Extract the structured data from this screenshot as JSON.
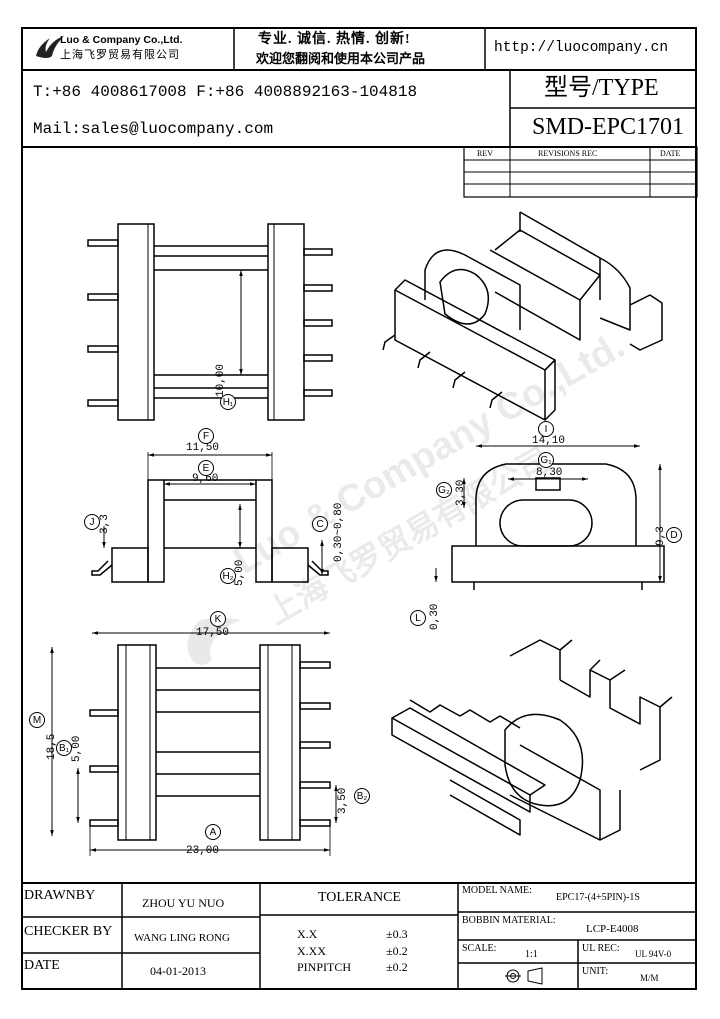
{
  "header": {
    "company_en": "Luo & Company Co.,Ltd.",
    "company_cn": "上海飞罗贸易有限公司",
    "slogan_1": "专业. 诚信. 热情. 创新!",
    "slogan_2": "欢迎您翻阅和使用本公司产品",
    "website": "http://luocompany.cn",
    "phone_fax": "T:+86 4008617008 F:+86 4008892163-104818",
    "mail": "Mail:sales@luocompany.com",
    "type_label": "型号/TYPE",
    "model_code": "SMD-EPC1701"
  },
  "revisions": {
    "col_rev": "REV",
    "col_rec": "REVISIONS REC",
    "col_date": "DATE"
  },
  "watermark": {
    "en": "Luo & Company Co.,Ltd.",
    "cn": "上海飞罗贸易有限公司"
  },
  "dims": {
    "h1": "10,00",
    "f": "11,50",
    "e": "9,60",
    "j": "3,3",
    "c": "0,30~0,80",
    "h2": "5,00",
    "i": "14,10",
    "g1": "8,30",
    "g2": "3,30",
    "d": "9,3",
    "l": "0,30",
    "k": "17,50",
    "m": "18,5",
    "b1": "5,00",
    "b2": "3,50",
    "a": "23,00"
  },
  "markers": {
    "h1": "H₁",
    "f": "F",
    "e": "E",
    "j": "J",
    "c": "C",
    "h2": "H₂",
    "i": "I",
    "g1": "G₁",
    "g2": "G₂",
    "d": "D",
    "l": "L",
    "k": "K",
    "m": "M",
    "b1": "B₁",
    "b2": "B₂",
    "a": "A"
  },
  "title_block": {
    "drawnby_label": "DRAWNBY",
    "drawnby_value": "ZHOU YU NUO",
    "checker_label": "CHECKER BY",
    "checker_value": "WANG LING RONG",
    "date_label": "DATE",
    "date_value": "04-01-2013",
    "tolerance_label": "TOLERANCE",
    "tol_rows": [
      {
        "k": "X.X",
        "v": "±0.3"
      },
      {
        "k": "X.XX",
        "v": "±0.2"
      },
      {
        "k": "PINPITCH",
        "v": "±0.2"
      }
    ],
    "model_name_label": "MODEL NAME:",
    "model_name_value": "EPC17-(4+5PIN)-1S",
    "bobbin_label": "BOBBIN MATERIAL:",
    "bobbin_value": "LCP-E4008",
    "scale_label": "SCALE:",
    "scale_value": "1:1",
    "ul_label": "UL REC:",
    "ul_value": "UL 94V-0",
    "unit_label": "UNIT:",
    "unit_value": "M/M"
  }
}
